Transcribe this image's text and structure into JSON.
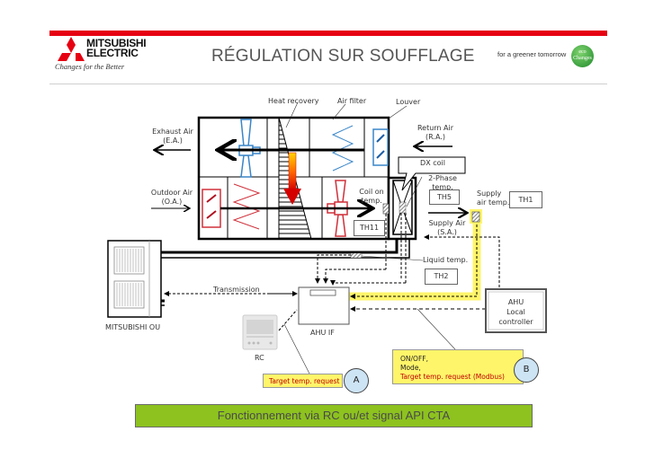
{
  "header": {
    "brand_line1": "MITSUBISHI",
    "brand_line2": "ELECTRIC",
    "tagline": "Changes for the Better",
    "title": "RÉGULATION SUR SOUFFLAGE",
    "slogan": "for a greener tomorrow",
    "eco_badge_line1": "eco",
    "eco_badge_line2": "Changes",
    "brand_color": "#e60012",
    "eco_color": "#2e9a2e"
  },
  "diagram": {
    "labels": {
      "heat_recovery": "Heat recovery",
      "air_filter": "Air filter",
      "louver": "Louver",
      "exhaust_air": "Exhaust Air",
      "exhaust_air_abbr": "(E.A.)",
      "outdoor_air": "Outdoor Air",
      "outdoor_air_abbr": "(O.A.)",
      "return_air": "Return Air",
      "return_air_abbr": "(R.A.)",
      "dx_coil": "DX coil",
      "two_phase_temp_1": "2-Phase",
      "two_phase_temp_2": "temp.",
      "coil_on_temp_1": "Coil on",
      "coil_on_temp_2": "temp.",
      "supply_air": "Supply Air",
      "supply_air_abbr": "(S.A.)",
      "supply_air_temp_1": "Supply",
      "supply_air_temp_2": "air temp.",
      "liquid_temp": "Liquid temp.",
      "transmission": "Transmission",
      "outdoor_unit": "MITSUBISHI OU",
      "ahu_if": "AHU IF",
      "rc": "RC"
    },
    "sensors": {
      "th11": "TH11",
      "th5": "TH5",
      "th1": "TH1",
      "th2": "TH2"
    },
    "controller": {
      "line1": "AHU",
      "line2": "Local",
      "line3": "controller"
    },
    "note_a": {
      "text": "Target temp. request",
      "marker": "A"
    },
    "note_b": {
      "line1": "ON/OFF,",
      "line2": "Mode,",
      "line3": "Target temp. request (Modbus)",
      "marker": "B"
    },
    "colors": {
      "exhaust_side": "#3a86c8",
      "supply_side": "#d0303a",
      "highlight": "#fff56a",
      "note_red_text": "#c00000"
    }
  },
  "banner": {
    "text": "Fonctionnement via RC ou/et signal API CTA",
    "color": "#8dc21f"
  }
}
